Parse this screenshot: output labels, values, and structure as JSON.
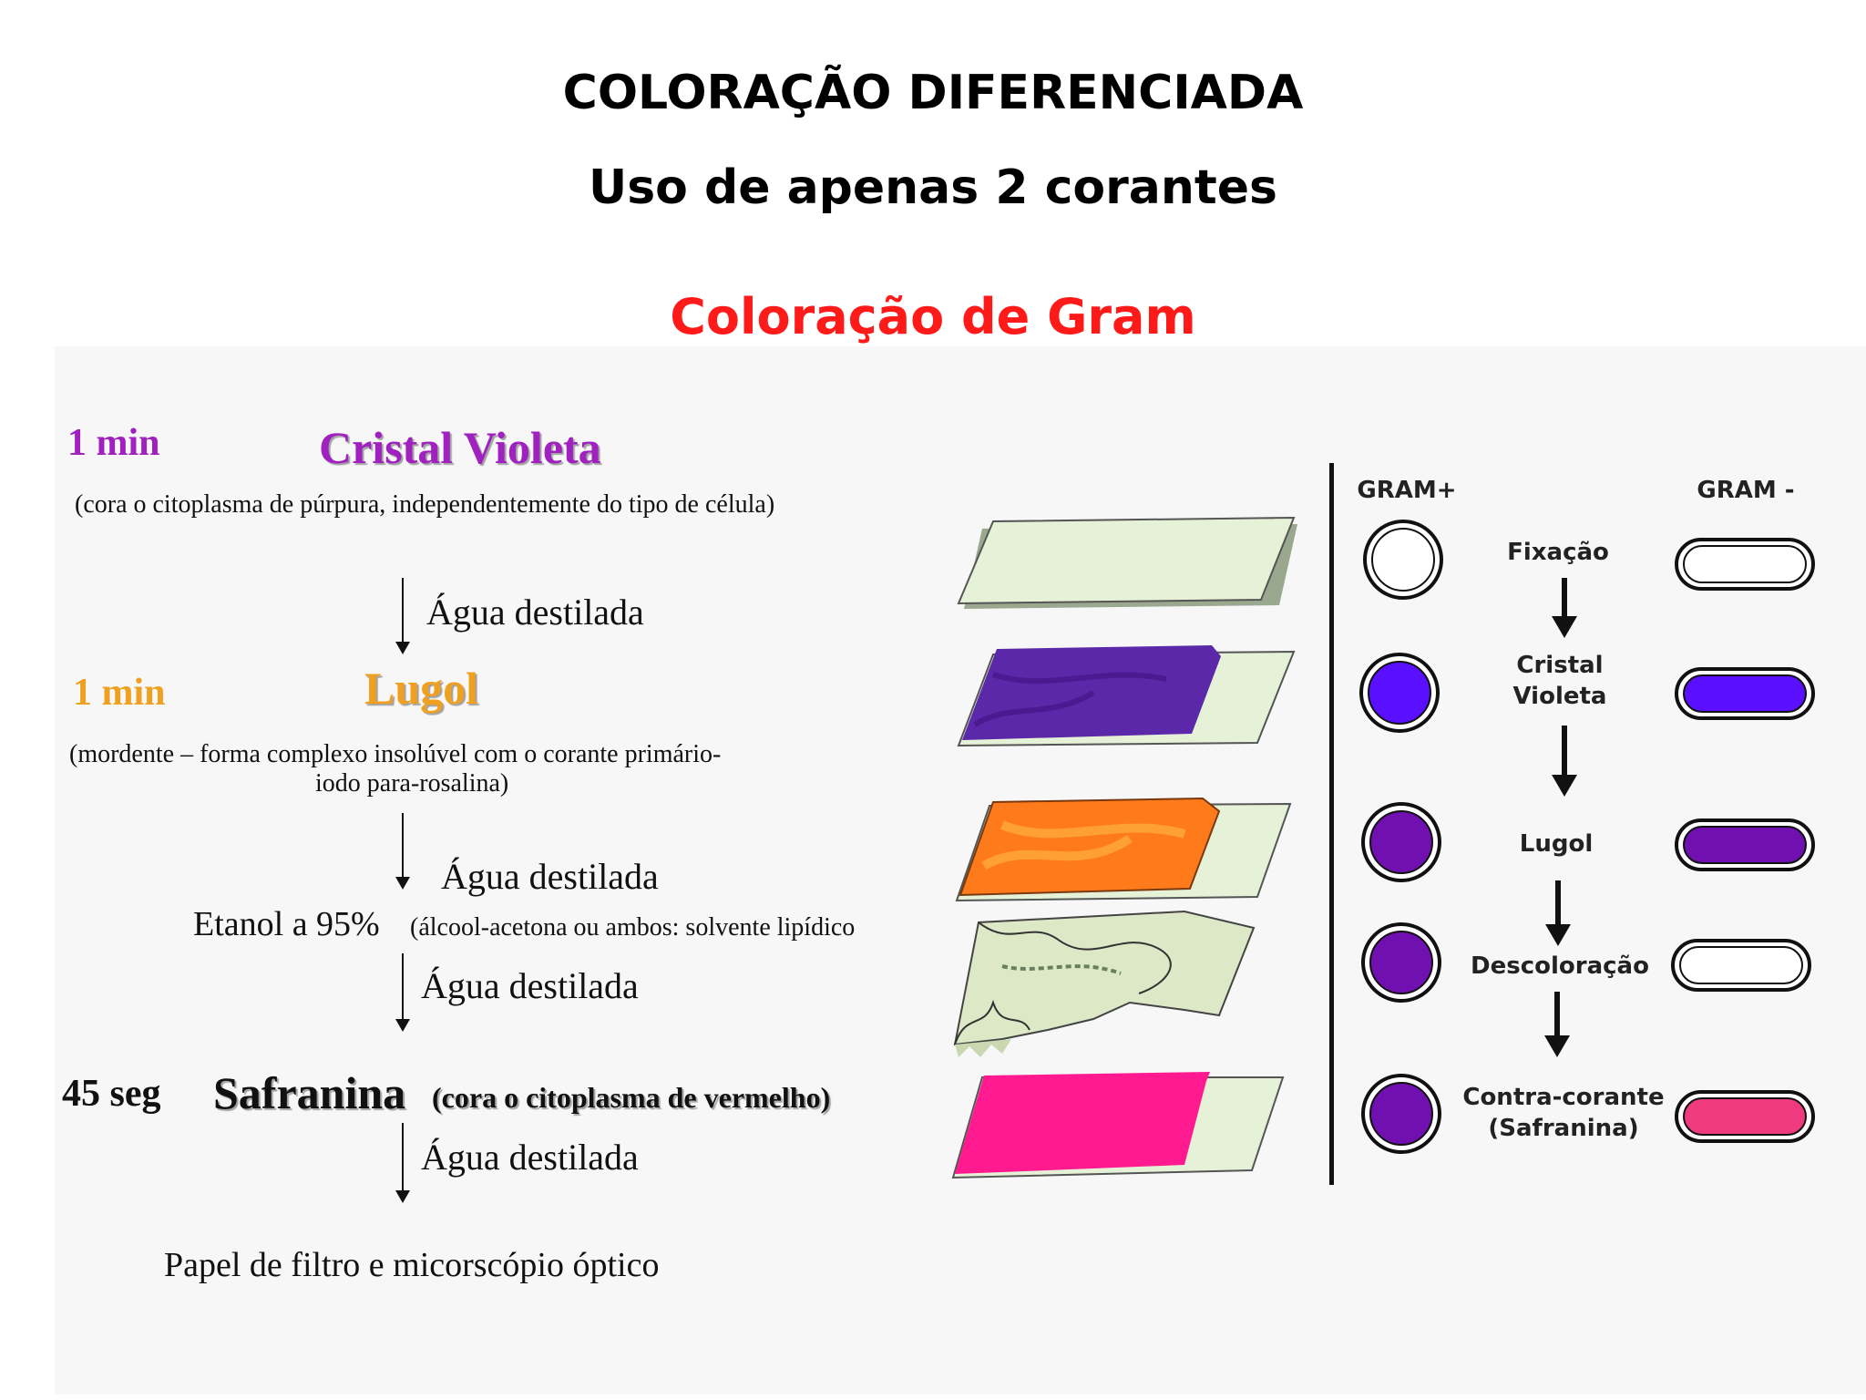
{
  "headings": {
    "title": "COLORAÇÃO DIFERENCIADA",
    "subtitle": "Uso de apenas 2 corantes",
    "section": "Coloração de Gram"
  },
  "protocol": {
    "step1": {
      "time": "1 min",
      "name": "Cristal Violeta",
      "note": "(cora o citoplasma de púrpura, independentemente do tipo de célula)",
      "wash": "Água destilada"
    },
    "step2": {
      "time": "1 min",
      "name": "Lugol",
      "note_line1": "(mordente – forma complexo insolúvel com o corante primário-",
      "note_line2": "iodo para-rosalina)",
      "wash": "Água destilada"
    },
    "step3": {
      "name": "Etanol a 95%",
      "note": "(álcool-acetona ou ambos: solvente lipídico",
      "wash": "Água destilada"
    },
    "step4": {
      "time": "45 seg",
      "name": "Safranina",
      "note": "(cora o citoplasma de vermelho)",
      "wash": "Água destilada"
    },
    "final": "Papel de filtro e micorscópio óptico"
  },
  "figure": {
    "gram_pos_label": "GRAM+",
    "gram_neg_label": "GRAM -",
    "steps": [
      "Fixação",
      "Cristal Violeta",
      "Lugol",
      "Descoloração",
      "Contra-corante (Safranina)"
    ],
    "step_lines": {
      "cristal_1": "Cristal",
      "cristal_2": "Violeta",
      "contra_1": "Contra-corante",
      "contra_2": "(Safranina)"
    }
  },
  "colors": {
    "title_red": "#ff1a1a",
    "violet_text": "#a020c0",
    "orange_text": "#f0a020",
    "crystal_violet": "#5a10ff",
    "lugol_purple": "#7010b0",
    "safranin_pink": "#ff1a90",
    "slide_green": "#e6f2d8"
  }
}
